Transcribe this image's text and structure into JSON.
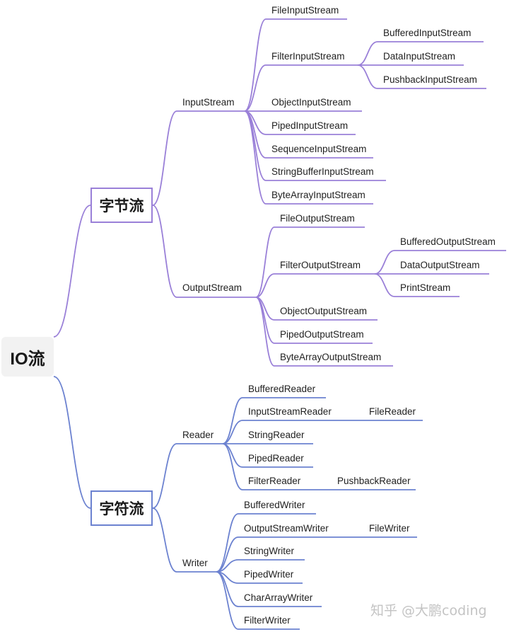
{
  "colors": {
    "byte_branch": "#9a80d8",
    "char_branch": "#6c82d0"
  },
  "root": "IO流",
  "byte_stream": {
    "label": "字节流",
    "input": {
      "label": "InputStream",
      "children": [
        "FileInputStream",
        "FilterInputStream",
        "ObjectInputStream",
        "PipedInputStream",
        "SequenceInputStream",
        "StringBufferInputStream",
        "ByteArrayInputStream"
      ],
      "filter_children": [
        "BufferedInputStream",
        "DataInputStream",
        "PushbackInputStream"
      ]
    },
    "output": {
      "label": "OutputStream",
      "children": [
        "FileOutputStream",
        "FilterOutputStream",
        "ObjectOutputStream",
        "PipedOutputStream",
        "ByteArrayOutputStream"
      ],
      "filter_children": [
        "BufferedOutputStream",
        "DataOutputStream",
        "PrintStream"
      ]
    }
  },
  "char_stream": {
    "label": "字符流",
    "reader": {
      "label": "Reader",
      "children": [
        "BufferedReader",
        "InputStreamReader",
        "StringReader",
        "PipedReader",
        "FilterReader"
      ],
      "inputstreamreader_child": "FileReader",
      "filterreader_child": "PushbackReader"
    },
    "writer": {
      "label": "Writer",
      "children": [
        "BufferedWriter",
        "OutputStreamWriter",
        "StringWriter",
        "PipedWriter",
        "CharArrayWriter",
        "FilterWriter"
      ],
      "outputstreamwriter_child": "FileWriter"
    }
  },
  "watermark": "知乎 @大鹏coding"
}
